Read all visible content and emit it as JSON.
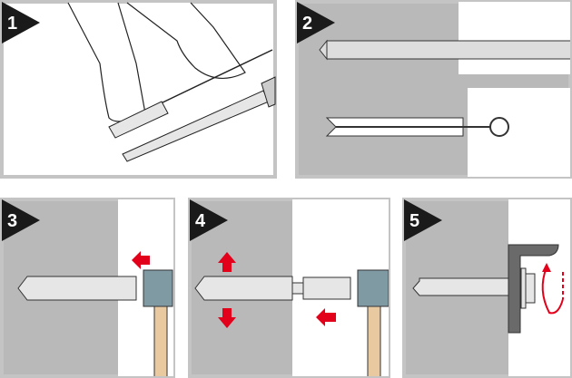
{
  "steps": [
    {
      "number": "1"
    },
    {
      "number": "2"
    },
    {
      "number": "3"
    },
    {
      "number": "4"
    },
    {
      "number": "5"
    }
  ],
  "colors": {
    "concrete": "#b9b9b9",
    "frame": "#c4c4c4",
    "arrow": "#e3001b",
    "badge": "#1a1a1a",
    "anchor": "#e6e6e6",
    "hammer_head": "#7f9aa3",
    "handle": "#e8c9a0"
  }
}
